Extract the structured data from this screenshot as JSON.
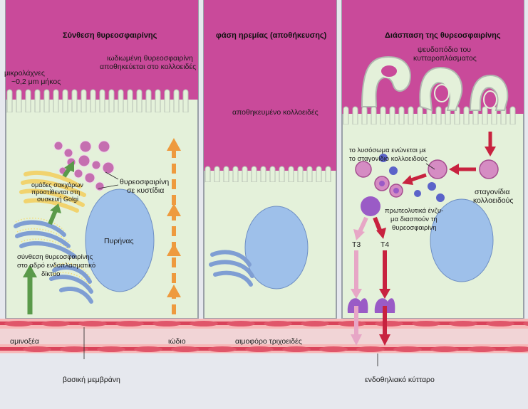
{
  "panels": [
    {
      "title": "Σύνθεση θυρεοσφαιρίνης"
    },
    {
      "title": "φάση ηρεμίας (αποθήκευσης)"
    },
    {
      "title": "Διάσπαση της θυρεοσφαιρίνης"
    }
  ],
  "labels": {
    "microvilli_1": "μικρολάχνες",
    "microvilli_2": "~0,2 μm μήκος",
    "iodinated_1": "ιωδιωμένη θυρεοσφαιρίνη",
    "iodinated_2": "αποθηκεύεται στο κολλοειδές",
    "sugar_1": "ομάδες σακχάρων",
    "sugar_2": "προστίθενται στη",
    "sugar_3": "συσκευή Golgi",
    "vesicles_1": "θυρεοσφαιρίνη",
    "vesicles_2": "σε κυστίδια",
    "nucleus": "Πυρήνας",
    "synthesis_1": "σύνθεση θυρεοσφαιρίνης",
    "synthesis_2": "στο αδρό ενδοπλασματικό",
    "synthesis_3": "δίκτυο",
    "amino": "αμινοξέα",
    "iodine": "ιώδιο",
    "stored_colloid": "αποθηκευμένο κολλοειδές",
    "pseudopod_1": "ψευδοπόδιο του",
    "pseudopod_2": "κυτταροπλάσματος",
    "lysosome_1": "το λυσόσωμα ενώνεται με",
    "lysosome_2": "το σταγονίδιο κολλοειδούς",
    "droplets_1": "σταγονίδια",
    "droplets_2": "κολλοειδούς",
    "enzymes_1": "πρωτεολυτικά ένζυ-",
    "enzymes_2": "μα διασπούν τη",
    "enzymes_3": "θυρεοσφαιρίνη",
    "t3": "T3",
    "t4": "T4",
    "capillary": "αιμοφόρο τριχοειδές",
    "basement": "βασική μεμβράνη",
    "endothelial": "ενδοθηλιακό κύτταρο"
  },
  "colors": {
    "colloid": "#c94a9a",
    "cytoplasm": "#e4f1da",
    "nucleus": "#9ec0ea",
    "er": "#7f9ed3",
    "golgi": "#f1d36e",
    "vesicle": "#c56fb0",
    "capillary": "#d9435a",
    "arrow_green": "#5a9a4a",
    "arrow_orange": "#ee9a3e",
    "arrow_red": "#c8223f",
    "arrow_pink": "#e7a6c6",
    "lysosome": "#9a5bc6"
  },
  "icons": [
    "nucleus-shape",
    "golgi-shape",
    "rough-er-shape",
    "vesicle-shape",
    "lysosome-shape",
    "receptor-shape",
    "red-blood-cell-shape"
  ]
}
